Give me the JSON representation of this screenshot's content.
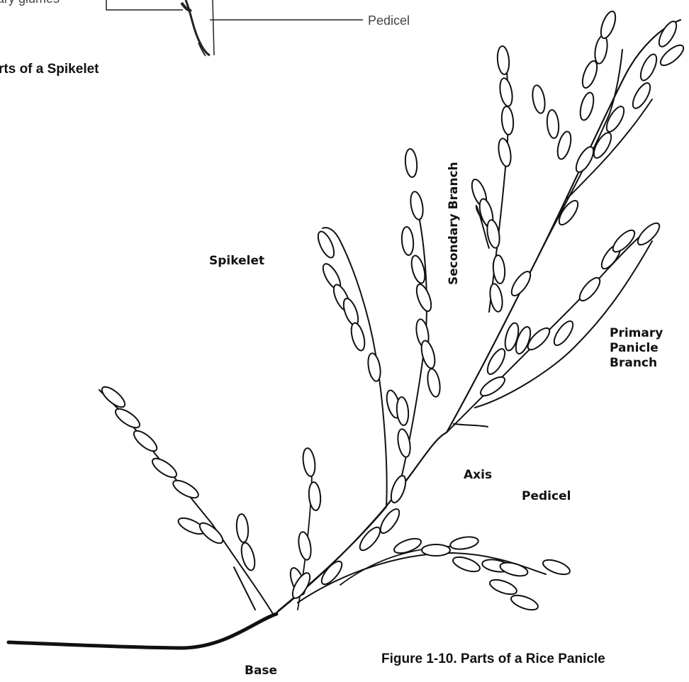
{
  "top_fragment": {
    "glumes_label": "ary glumes",
    "pedicel_label": "Pedicel",
    "caption": "rts of a Spikelet"
  },
  "labels": {
    "spikelet": "Spikelet",
    "secondary_branch": "Secondary Branch",
    "primary_line1": "Primary",
    "primary_line2": "Panicle",
    "primary_line3": "Branch",
    "axis": "Axis",
    "pedicel": "Pedicel",
    "base": "Base"
  },
  "caption": "Figure 1-10. Parts of a Rice Panicle"
}
